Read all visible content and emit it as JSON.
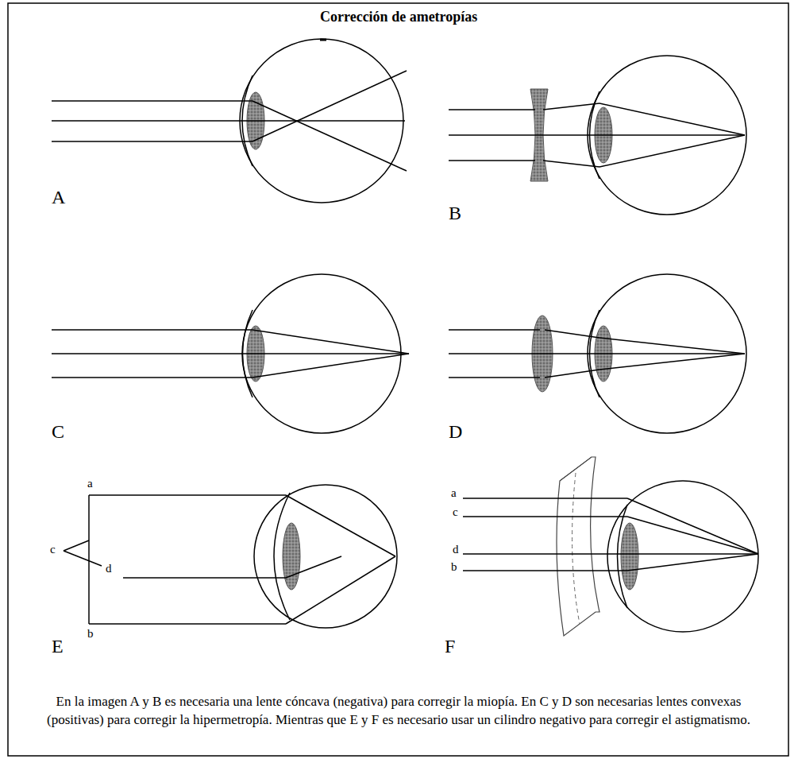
{
  "diagram": {
    "title": "Corrección de ametropías",
    "caption": "En la imagen A y B es necesaria una lente cóncava (negativa) para corregir la miopía. En C y D son necesarias lentes convexas (positivas) para corregir la hipermetropía. Mientras que E y F es necesario usar un cilindro negativo para corregir el astigmatismo.",
    "labels": [
      "A",
      "B",
      "C",
      "D",
      "E",
      "F",
      "a",
      "c",
      "d",
      "b",
      "a",
      "c",
      "d",
      "b"
    ]
  }
}
